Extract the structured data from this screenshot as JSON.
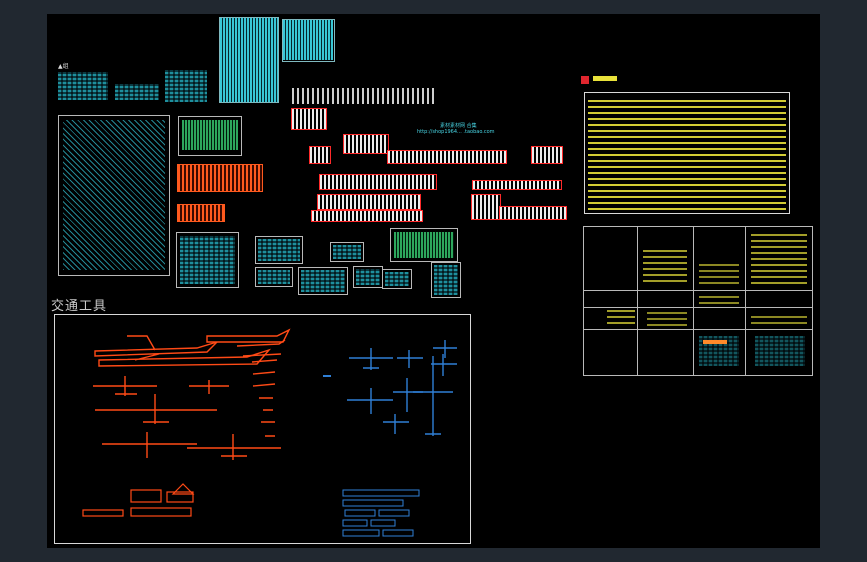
{
  "app": {
    "accent_color": "#ff2a2a",
    "background_color": "#212830",
    "canvas_color": "#000000"
  },
  "labels": {
    "transport_title": "交通工具",
    "site_text_1": "素材素材网 合集",
    "site_text_2": "http://shop1964... .taobao.com"
  },
  "icons": {
    "cad_logo": "autocad-logo-icon"
  }
}
